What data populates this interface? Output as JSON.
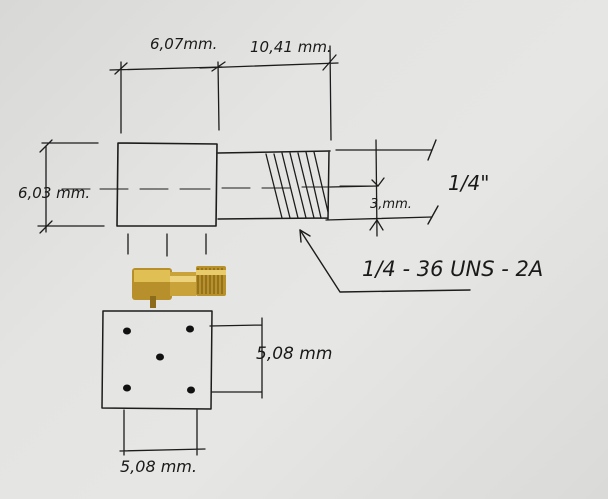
{
  "drawing": {
    "dim_body_width": "6,07mm.",
    "dim_thread_length": "10,41 mm.",
    "dim_body_height": "6,03 mm.",
    "dim_thread_dia": "1/4\"",
    "dim_thread_small": "3,mm.",
    "thread_spec": "1/4 - 36 UNS - 2A",
    "dim_pin_spacing_v": "5,08 mm",
    "dim_pin_spacing_h": "5,08 mm."
  },
  "colors": {
    "paper": "#e4e4e2",
    "ink": "#1c1c1c",
    "connector_gold": "#c9a23a"
  }
}
